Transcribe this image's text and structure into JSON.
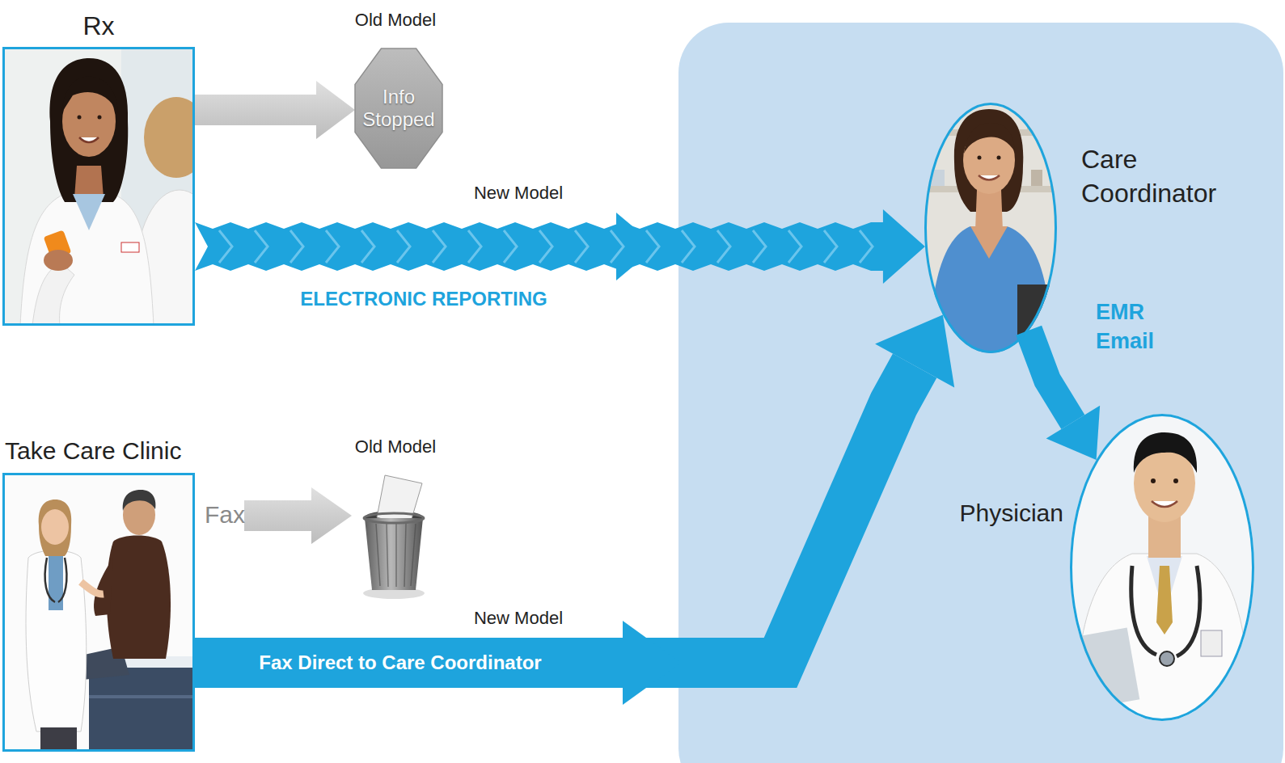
{
  "diagram": {
    "nodes": [
      {
        "text": [
          "Rx"
        ]
      },
      {
        "text": [
          "Info Stopped"
        ]
      },
      {
        "text": [
          "Care Coordinator"
        ]
      },
      {
        "text": [
          "Take Care Clinic"
        ]
      },
      {
        "text": [
          "Physician"
        ]
      }
    ],
    "edges": [
      {
        "from": 0,
        "to": 1,
        "arrow": "to"
      },
      {
        "from": 0,
        "to": 2,
        "label": "ELECTRONIC REPORTING",
        "arrow": "to"
      },
      {
        "from": 3,
        "to": 2,
        "label": "Fax Direct to Care Coordinator",
        "arrow": "to"
      },
      {
        "from": 2,
        "to": 4,
        "label": "EMR Email",
        "arrow": "to"
      }
    ],
    "labels": [
      "Old Model",
      "New Model",
      "Old Model",
      "Fax",
      "New Model"
    ]
  }
}
